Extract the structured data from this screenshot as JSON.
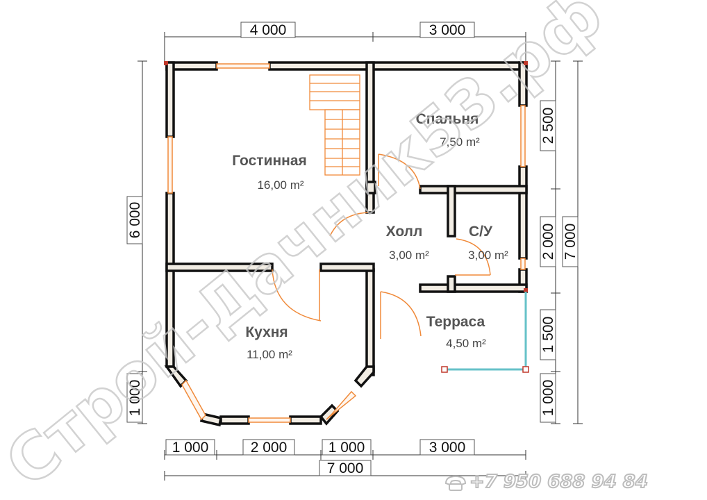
{
  "dimensions": {
    "top": [
      "4 000",
      "3 000"
    ],
    "bottom": [
      "1 000",
      "2 000",
      "1 000",
      "3 000"
    ],
    "total_width": "7 000",
    "left_total": "6 000",
    "left_small": "1 000",
    "right": [
      "2 500",
      "2 000",
      "1 500",
      "1 000"
    ],
    "right_total": "7 000"
  },
  "rooms": [
    {
      "name": "Гостинная",
      "area": "16,00 m²"
    },
    {
      "name": "Спальня",
      "area": "7,50 m²"
    },
    {
      "name": "Холл",
      "area": "3,00 m²"
    },
    {
      "name": "С/У",
      "area": "3,00 m²"
    },
    {
      "name": "Кухня",
      "area": "11,00 m²"
    },
    {
      "name": "Терраса",
      "area": "4,50 m²"
    }
  ],
  "watermark": "Строй-Дачник53.рф",
  "phone": "+7 950 688 94 84",
  "icons": [
    "phone-icon"
  ],
  "colors": {
    "wall": "#111111",
    "wall_fill": "#f2ede4",
    "window": "#f08a3a",
    "door": "#f08a3a",
    "terrace_rail": "#66c2c8"
  }
}
